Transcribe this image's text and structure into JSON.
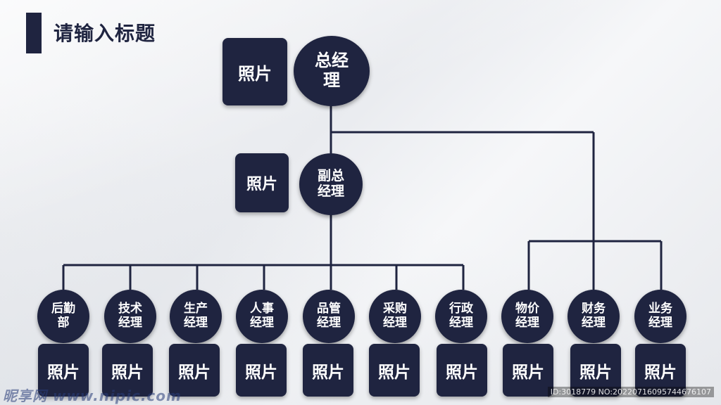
{
  "title": "请输入标题",
  "photo_label": "照片",
  "top": {
    "label": "总经\n理"
  },
  "deputy": {
    "label": "副总\n经理"
  },
  "left_departments": [
    {
      "label": "后勤\n部"
    },
    {
      "label": "技术\n经理"
    },
    {
      "label": "生产\n经理"
    },
    {
      "label": "人事\n经理"
    },
    {
      "label": "品管\n经理"
    },
    {
      "label": "采购\n经理"
    },
    {
      "label": "行政\n经理"
    }
  ],
  "right_departments": [
    {
      "label": "物价\n经理"
    },
    {
      "label": "财务\n经理"
    },
    {
      "label": "业务\n经理"
    }
  ],
  "watermark": {
    "logo": "昵享网 www.nipic.com",
    "id": "ID:3018779 NO:20220716095744676107"
  },
  "colors": {
    "node": "#1f2440",
    "line": "#1f2440",
    "text": "#ffffff"
  }
}
